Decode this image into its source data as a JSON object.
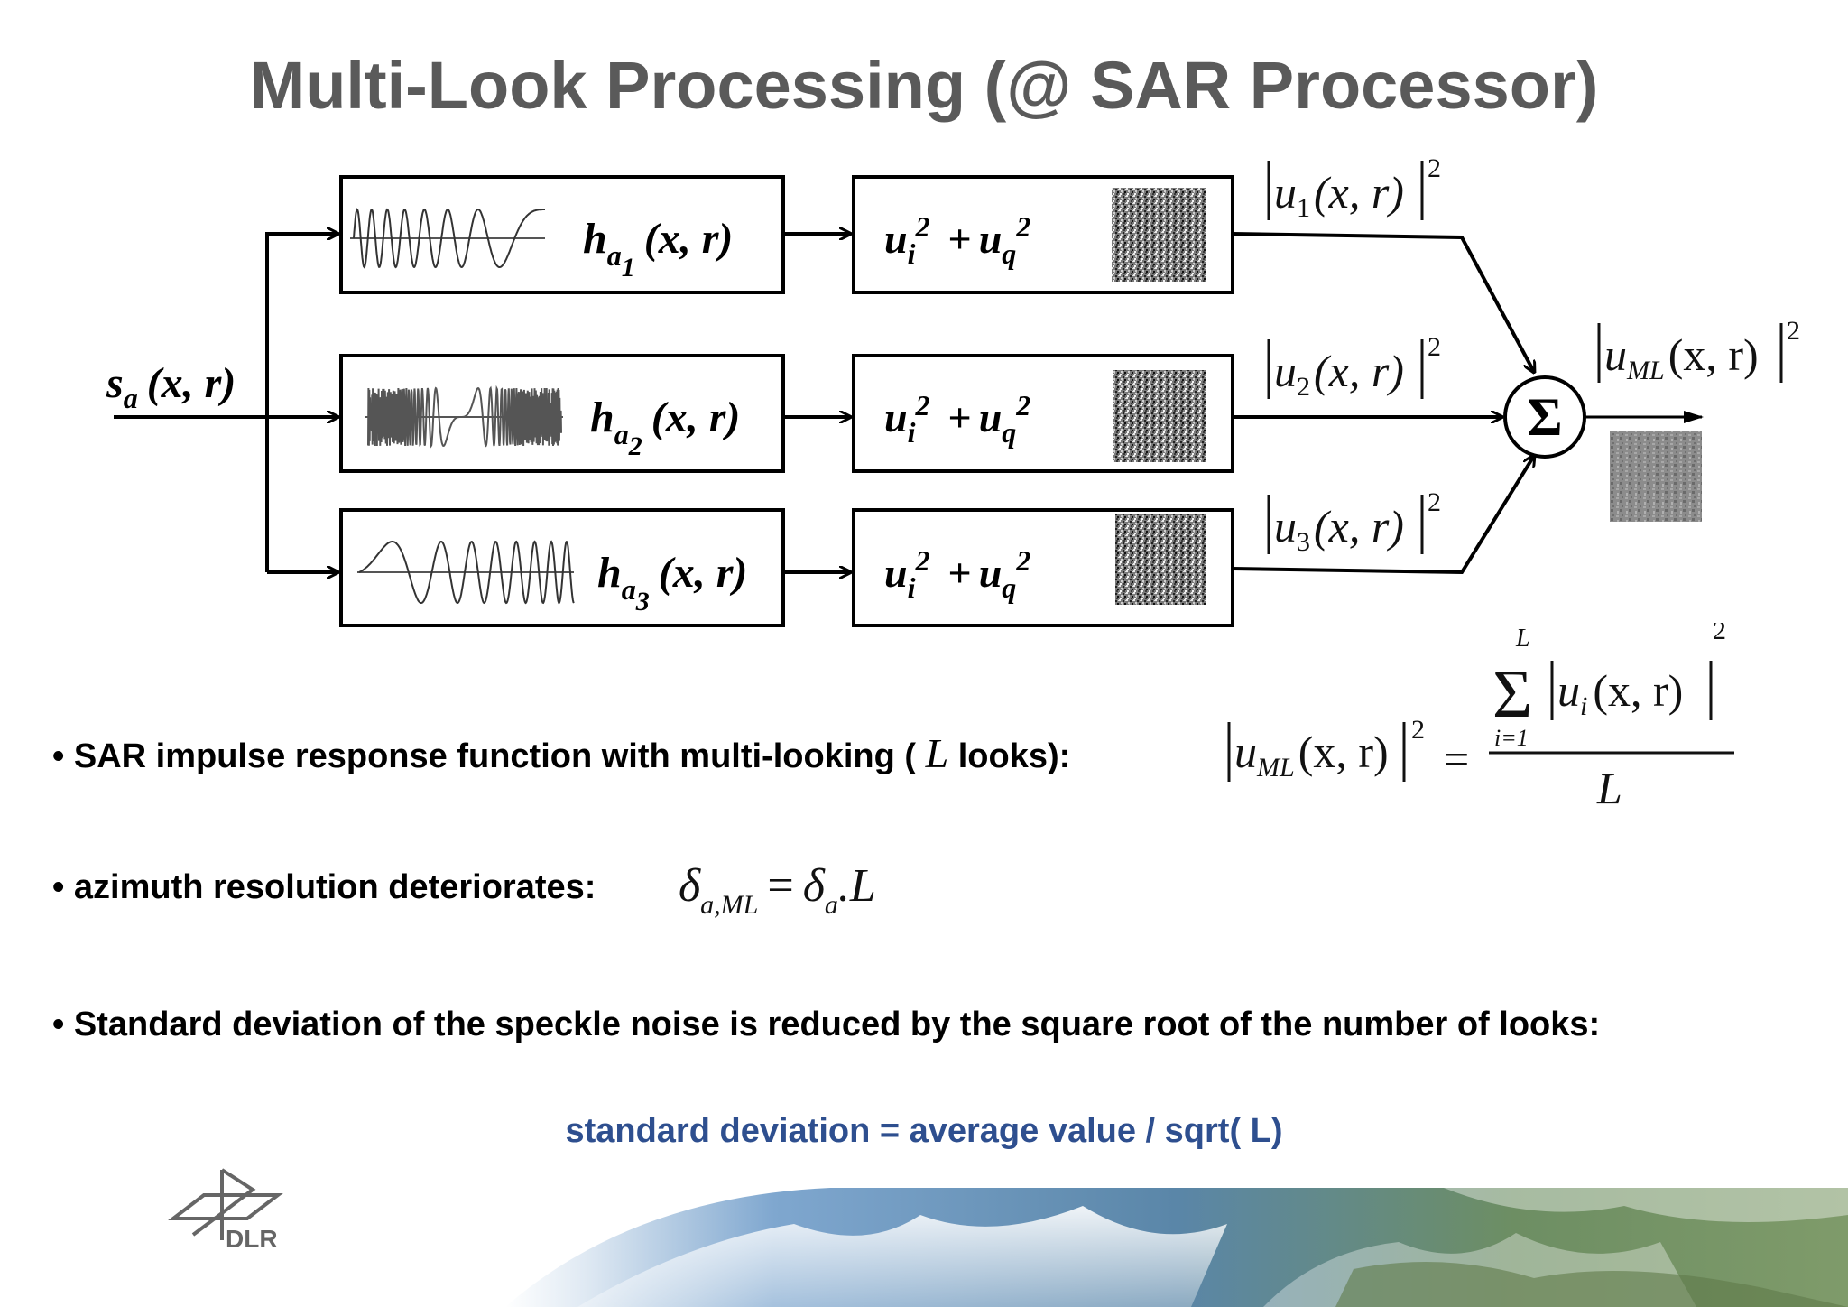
{
  "title": "Multi-Look Processing (@ SAR Processor)",
  "diagram": {
    "input_label": "s",
    "input_sub": "a",
    "input_args": "(x, r)",
    "filters": [
      {
        "label": "h",
        "sub": "a",
        "subsub": "1",
        "args": "(x, r)"
      },
      {
        "label": "h",
        "sub": "a",
        "subsub": "2",
        "args": "(x, r)"
      },
      {
        "label": "h",
        "sub": "a",
        "subsub": "3",
        "args": "(x, r)"
      }
    ],
    "detector": {
      "ui": "u",
      "ui_sub": "i",
      "ui_sup": "2",
      "plus": "+",
      "uq": "u",
      "uq_sub": "q",
      "uq_sup": "2"
    },
    "outputs": [
      {
        "u": "u",
        "sub": "1",
        "args": "(x, r)",
        "sup": "2"
      },
      {
        "u": "u",
        "sub": "2",
        "args": "(x, r)",
        "sup": "2"
      },
      {
        "u": "u",
        "sub": "3",
        "args": "(x, r)",
        "sup": "2"
      }
    ],
    "sum_symbol": "Σ",
    "result": {
      "u": "u",
      "sub": "ML",
      "args": "(x, r)",
      "sup": "2"
    }
  },
  "bullets": [
    {
      "marker": "•",
      "text": "SAR impulse response function with multi-looking (",
      "var": "L",
      "text_after": "looks):"
    },
    {
      "marker": "•",
      "text": "azimuth resolution deteriorates:"
    },
    {
      "marker": "•",
      "text": "Standard deviation of the speckle noise is reduced by the square root of the number of looks:"
    }
  ],
  "formula1": {
    "lhs_u": "u",
    "lhs_sub": "ML",
    "lhs_args": "(x, r)",
    "lhs_sup": "2",
    "eq": "=",
    "sum_top": "L",
    "sum_bottom": "i=1",
    "sum": "Σ",
    "num_u": "u",
    "num_sub": "i",
    "num_args": "(x, r)",
    "num_sup": "2",
    "den": "L"
  },
  "formula2": {
    "delta": "δ",
    "sub1": "a,ML",
    "eq": "=",
    "sub2": "a",
    "tail": ".L"
  },
  "note": "standard deviation = average value / sqrt( L)",
  "logo_text": "DLR",
  "colors": {
    "title": "#5a5a5a",
    "note": "#2e4f8f"
  }
}
